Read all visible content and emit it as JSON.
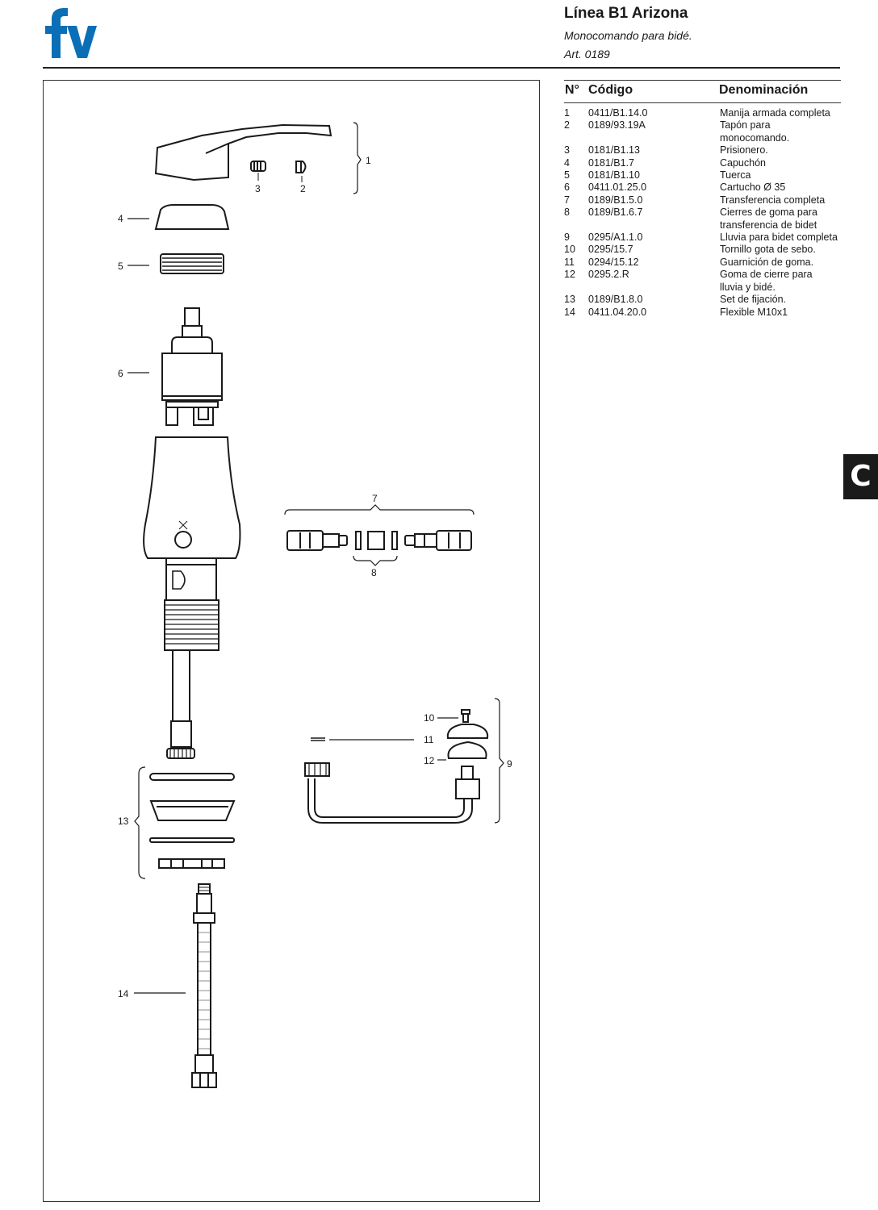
{
  "header": {
    "title": "Línea B1 Arizona",
    "subtitle": "Monocomando para bidé.",
    "article": "Art. 0189"
  },
  "brand": {
    "color": "#0a6fb7",
    "logo_text": "fv"
  },
  "section_tab": "C",
  "table": {
    "col_no": "N°",
    "col_code": "Código",
    "col_name": "Denominación",
    "rows": [
      {
        "no": "1",
        "code": "0411/B1.14.0",
        "name": "Manija armada completa"
      },
      {
        "no": "2",
        "code": "0189/93.19A",
        "name": "Tapón para monocomando."
      },
      {
        "no": "3",
        "code": "0181/B1.13",
        "name": "Prisionero."
      },
      {
        "no": "4",
        "code": "0181/B1.7",
        "name": "Capuchón"
      },
      {
        "no": "5",
        "code": "0181/B1.10",
        "name": "Tuerca"
      },
      {
        "no": "6",
        "code": "0411.01.25.0",
        "name": "Cartucho Ø 35"
      },
      {
        "no": "7",
        "code": "0189/B1.5.0",
        "name": "Transferencia completa"
      },
      {
        "no": "8",
        "code": "0189/B1.6.7",
        "name": "Cierres de goma para transferencia de bidet"
      },
      {
        "no": "9",
        "code": "0295/A1.1.0",
        "name": "Lluvia para bidet completa"
      },
      {
        "no": "10",
        "code": "0295/15.7",
        "name": "Tornillo gota de sebo."
      },
      {
        "no": "11",
        "code": "0294/15.12",
        "name": "Guarnición de goma."
      },
      {
        "no": "12",
        "code": "0295.2.R",
        "name": "Goma de cierre para lluvia y bidé."
      },
      {
        "no": "13",
        "code": "0189/B1.8.0",
        "name": "Set de fijación."
      },
      {
        "no": "14",
        "code": "0411.04.20.0",
        "name": "Flexible M10x1"
      }
    ]
  },
  "callouts": {
    "c1": "1",
    "c2": "2",
    "c3": "3",
    "c4": "4",
    "c5": "5",
    "c6": "6",
    "c7": "7",
    "c8": "8",
    "c9": "9",
    "c10": "10",
    "c11": "11",
    "c12": "12",
    "c13": "13",
    "c14": "14"
  }
}
